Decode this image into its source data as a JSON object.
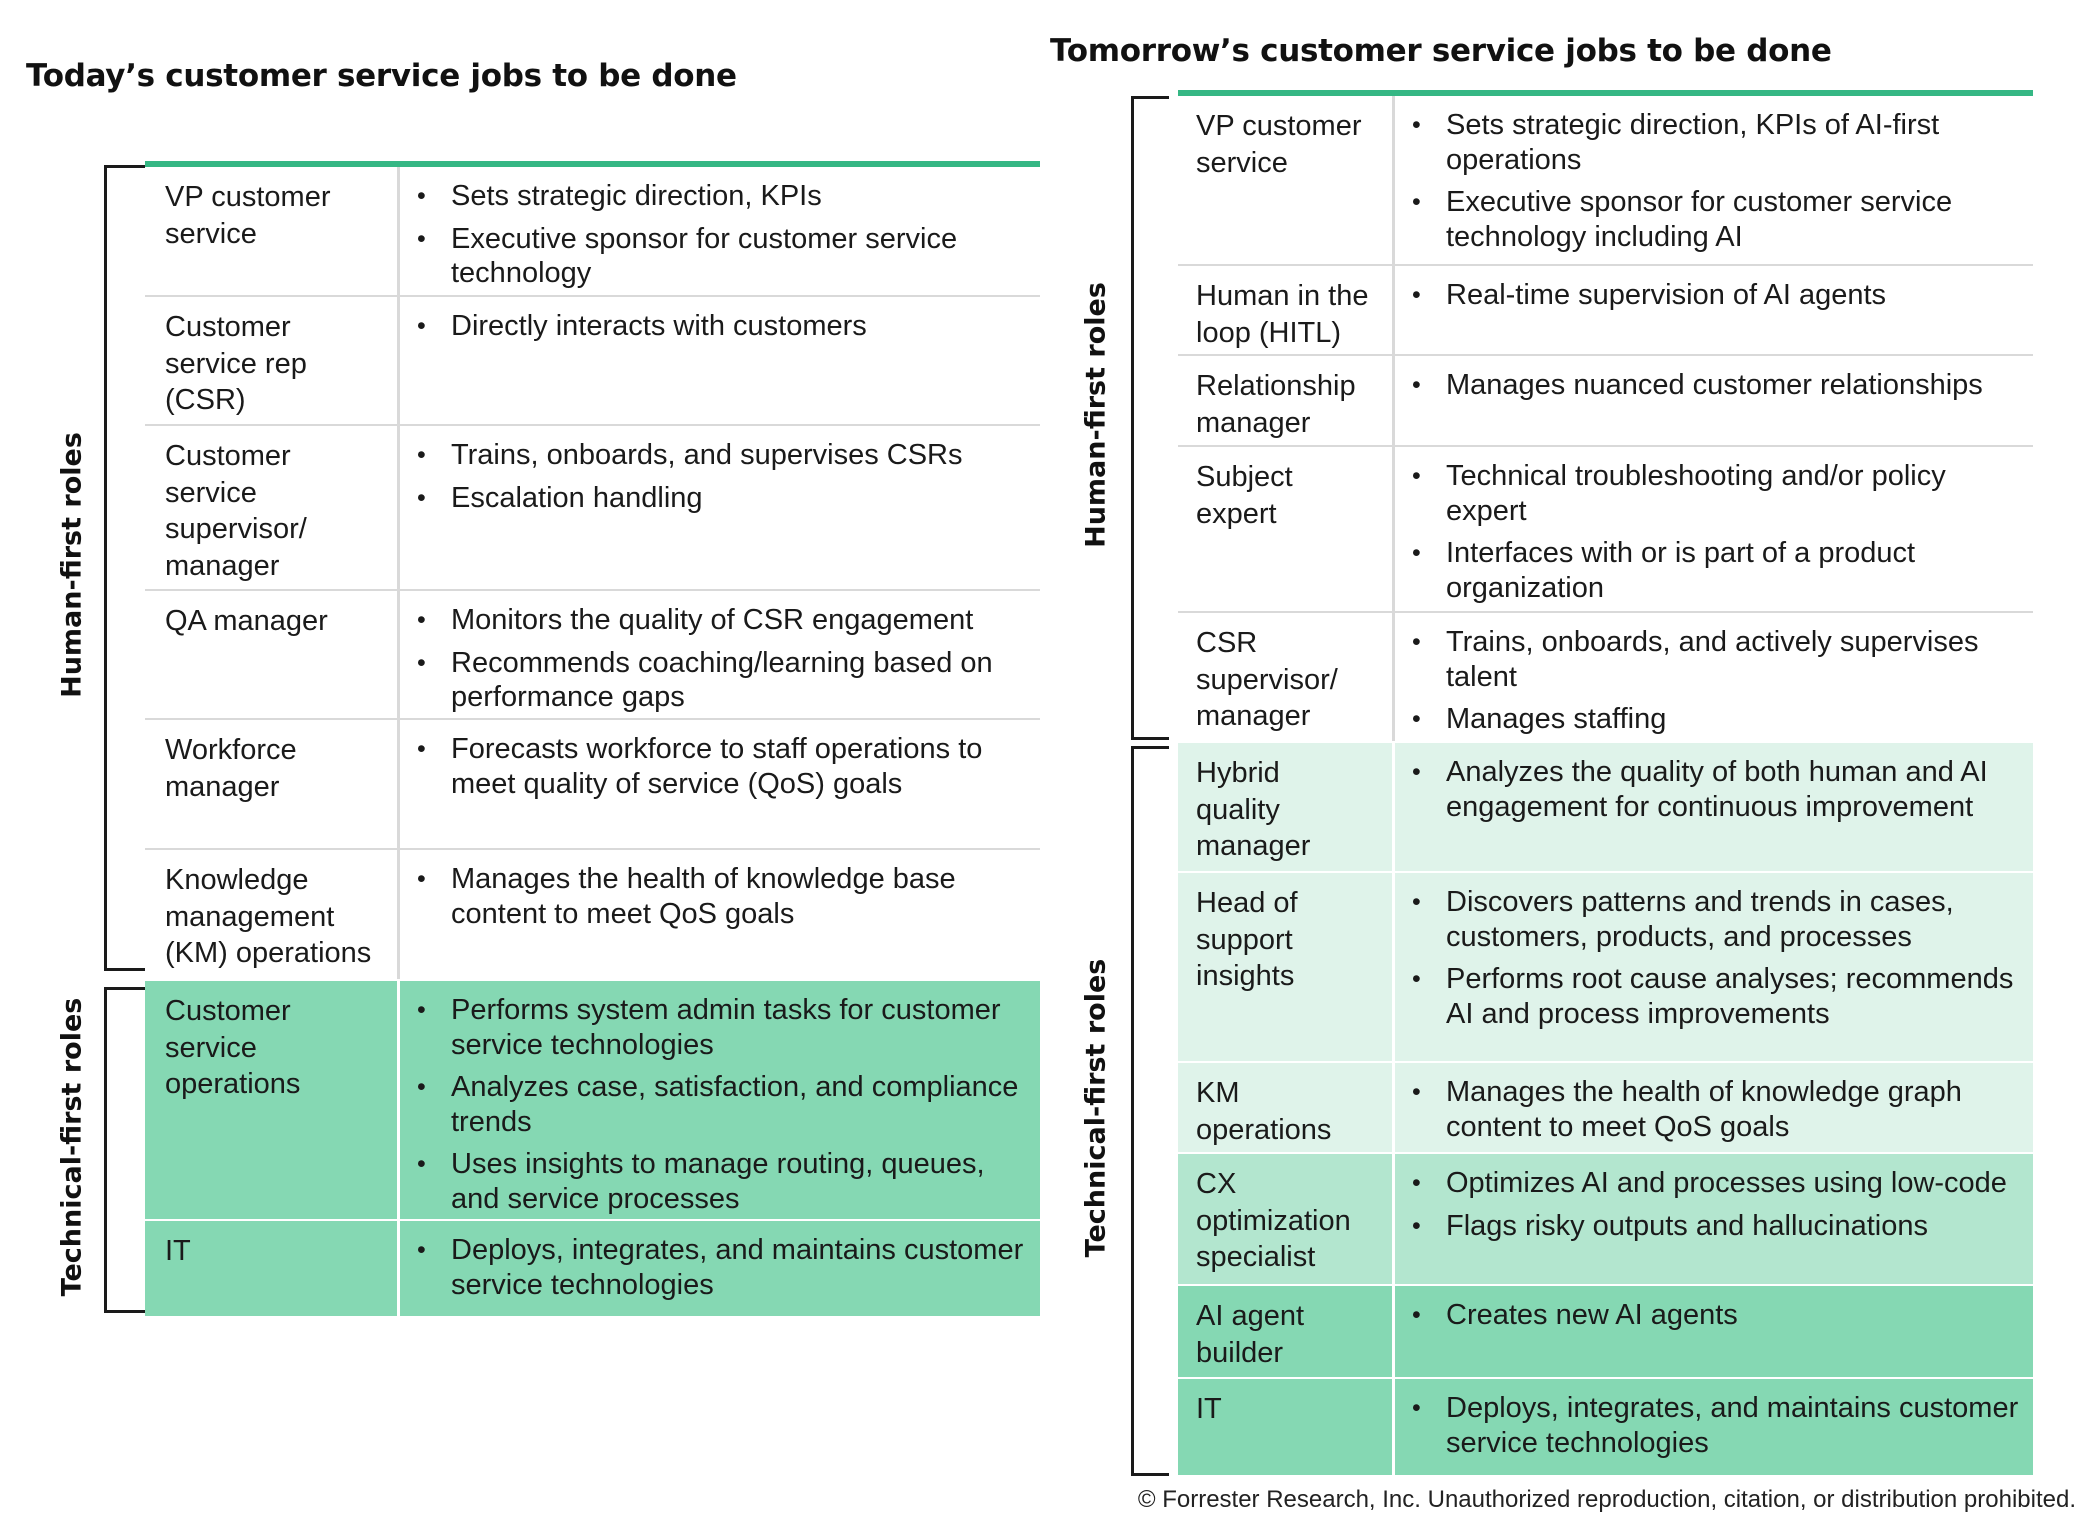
{
  "today": {
    "title": "Today’s customer service jobs to be done",
    "human_label": "Human-first roles",
    "technical_label": "Technical-first roles",
    "rows": [
      {
        "role": "VP customer service",
        "tasks": [
          "Sets strategic direction, KPIs",
          "Executive sponsor for customer service technology"
        ],
        "tier": 0
      },
      {
        "role": "Customer service rep (CSR)",
        "tasks": [
          "Directly interacts with customers"
        ],
        "tier": 0
      },
      {
        "role": "Customer service supervisor/ manager",
        "tasks": [
          "Trains, onboards, and supervises CSRs",
          "Escalation handling"
        ],
        "tier": 0
      },
      {
        "role": "QA manager",
        "tasks": [
          "Monitors the quality of CSR engagement",
          "Recommends coaching/learning based on performance gaps"
        ],
        "tier": 0
      },
      {
        "role": "Workforce manager",
        "tasks": [
          "Forecasts workforce to staff operations to meet quality of service (QoS) goals"
        ],
        "tier": 0
      },
      {
        "role": "Knowledge management (KM) operations",
        "tasks": [
          "Manages the health of knowledge base content to meet QoS goals"
        ],
        "tier": 0
      },
      {
        "role": "Customer service operations",
        "tasks": [
          "Performs system admin tasks for customer service technologies",
          "Analyzes case, satisfaction, and compliance trends",
          "Uses insights to manage routing, queues, and service processes"
        ],
        "tier": 3
      },
      {
        "role": "IT",
        "tasks": [
          "Deploys, integrates, and maintains customer service technologies"
        ],
        "tier": 3
      }
    ]
  },
  "tomorrow": {
    "title": "Tomorrow’s customer service jobs to be done",
    "human_label": "Human-first roles",
    "technical_label": "Technical-first roles",
    "rows": [
      {
        "role": "VP customer service",
        "tasks": [
          "Sets strategic direction, KPIs of AI-first operations",
          "Executive sponsor for customer service technology including AI"
        ],
        "tier": 0
      },
      {
        "role": "Human in the loop (HITL)",
        "tasks": [
          "Real-time supervision of AI agents"
        ],
        "tier": 0
      },
      {
        "role": "Relationship manager",
        "tasks": [
          "Manages nuanced customer relationships"
        ],
        "tier": 0
      },
      {
        "role": "Subject expert",
        "tasks": [
          "Technical troubleshooting and/or policy expert",
          "Interfaces with or is part of a product organization"
        ],
        "tier": 0
      },
      {
        "role": "CSR supervisor/ manager",
        "tasks": [
          "Trains, onboards, and actively supervises talent",
          "Manages staffing"
        ],
        "tier": 0
      },
      {
        "role": "Hybrid quality manager",
        "tasks": [
          "Analyzes the quality of both human and AI engagement for continuous improvement"
        ],
        "tier": 1
      },
      {
        "role": "Head of support insights",
        "tasks": [
          "Discovers patterns and trends in cases, customers, products, and processes",
          "Performs root cause analyses; recommends AI and process improvements"
        ],
        "tier": 1
      },
      {
        "role": "KM operations",
        "tasks": [
          "Manages the health of knowledge graph content to meet QoS goals"
        ],
        "tier": 1
      },
      {
        "role": "CX optimization specialist",
        "tasks": [
          "Optimizes AI and processes using low-code",
          "Flags risky outputs and hallucinations"
        ],
        "tier": 2
      },
      {
        "role": "AI agent builder",
        "tasks": [
          "Creates new AI agents"
        ],
        "tier": 3
      },
      {
        "role": "IT",
        "tasks": [
          "Deploys, integrates, and maintains customer service technologies"
        ],
        "tier": 3
      }
    ]
  },
  "colors": {
    "accent": "#35b784",
    "tier_1": "#dff3ea",
    "tier_2": "#b3e6cf",
    "tier_3": "#85d8b3",
    "separator": "#d9d9d9"
  },
  "copyright": "© Forrester Research, Inc. Unauthorized reproduction, citation, or distribution prohibited."
}
